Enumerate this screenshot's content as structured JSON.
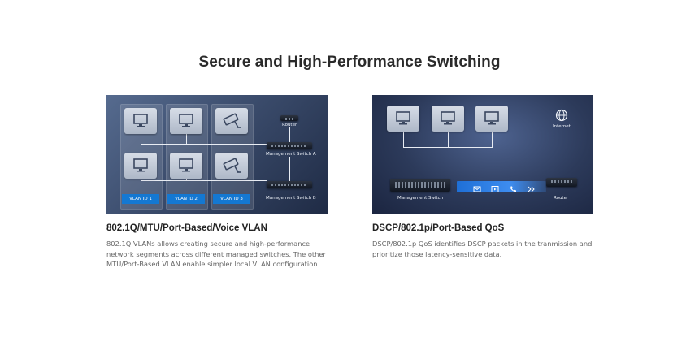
{
  "page": {
    "title": "Secure and High-Performance Switching"
  },
  "features": [
    {
      "heading": "802.1Q/MTU/Port-Based/Voice VLAN",
      "description": "802.1Q VLANs allows creating secure and high-performance network segments across different managed switches. The other MTU/Port-Based VLAN enable simpler local VLAN configuration.",
      "diagram": {
        "vlans": [
          "VLAN ID 1",
          "VLAN ID 2",
          "VLAN ID 3"
        ],
        "router_label": "Router",
        "switch_a_label": "Management Switch A",
        "switch_b_label": "Management Switch B"
      }
    },
    {
      "heading": "DSCP/802.1p/Port-Based QoS",
      "description": "DSCP/802.1p QoS identifies DSCP packets in the tranmission and prioritize those latency-sensitive data.",
      "diagram": {
        "internet_label": "Internet",
        "switch_label": "Management Switch",
        "router_label": "Router",
        "traffic_icons": [
          "mail-icon",
          "video-icon",
          "phone-icon",
          "chevrons-icon"
        ]
      }
    }
  ],
  "colors": {
    "vlan_tag": "#1478d2",
    "traffic_pipe": "#2f7fe6"
  }
}
